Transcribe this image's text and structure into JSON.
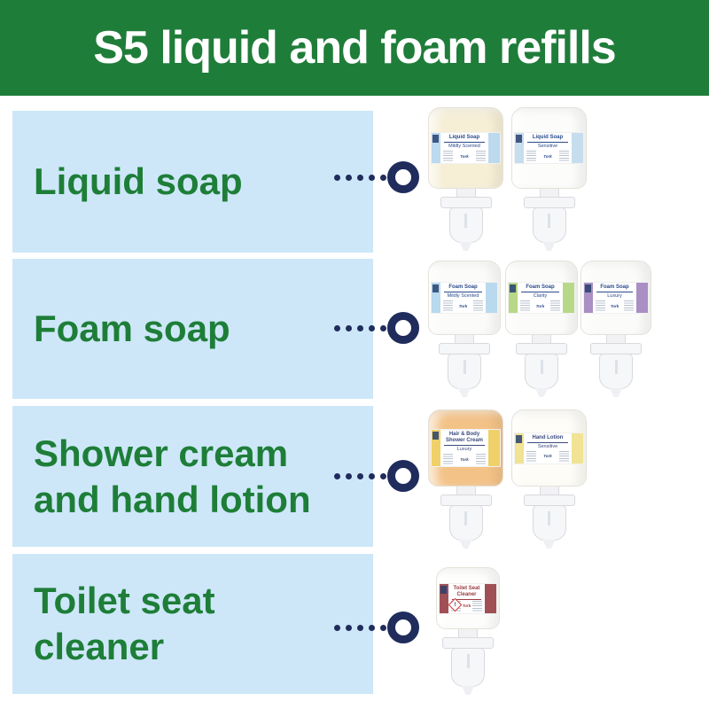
{
  "header": {
    "title": "S5 liquid and foam refills",
    "bg_color": "#1f7d3a",
    "text_color": "#ffffff"
  },
  "theme": {
    "panel_color": "#cde7f9",
    "category_text_color": "#1e7e38",
    "connector_color": "#1f2c5c",
    "page_bg": "#ffffff"
  },
  "brand": "Tork",
  "rows": [
    {
      "label_lines": [
        "Liquid soap"
      ],
      "products": [
        {
          "title": "Liquid Soap",
          "variant": "Mildly Scented",
          "body_color": "#f6eed5",
          "accent_color": "#bcd9ee",
          "text_color": "#2b4a8b"
        },
        {
          "title": "Liquid Soap",
          "variant": "Sensitive",
          "body_color": "#fcfcfa",
          "accent_color": "#c6ddee",
          "text_color": "#2b4a8b"
        }
      ]
    },
    {
      "label_lines": [
        "Foam soap"
      ],
      "products": [
        {
          "title": "Foam Soap",
          "variant": "Mildly Scented",
          "body_color": "#fbfbf9",
          "accent_color": "#b9d9ee",
          "text_color": "#2b4a8b"
        },
        {
          "title": "Foam Soap",
          "variant": "Clarity",
          "body_color": "#fbfbf9",
          "accent_color": "#b7d887",
          "text_color": "#2b4a8b"
        },
        {
          "title": "Foam Soap",
          "variant": "Luxury",
          "body_color": "#fbfbf9",
          "accent_color": "#a98fc4",
          "text_color": "#2b4a8b"
        }
      ]
    },
    {
      "label_lines": [
        "Shower cream",
        "and hand lotion"
      ],
      "products": [
        {
          "title": "Hair & Body Shower Cream",
          "variant": "Luxury",
          "body_color": "#f3c287",
          "accent_color": "#f0d069",
          "text_color": "#3a4a7c"
        },
        {
          "title": "Hand Lotion",
          "variant": "Sensitive",
          "body_color": "#fdfcf6",
          "accent_color": "#f1e394",
          "text_color": "#3a4a7c"
        }
      ]
    },
    {
      "label_lines": [
        "Toilet seat",
        "cleaner"
      ],
      "products": [
        {
          "title": "Toilet Seat Cleaner",
          "variant": "",
          "body_color": "#fdfdfc",
          "accent_color": "#a05055",
          "text_color": "#9c3a3f"
        }
      ]
    }
  ]
}
